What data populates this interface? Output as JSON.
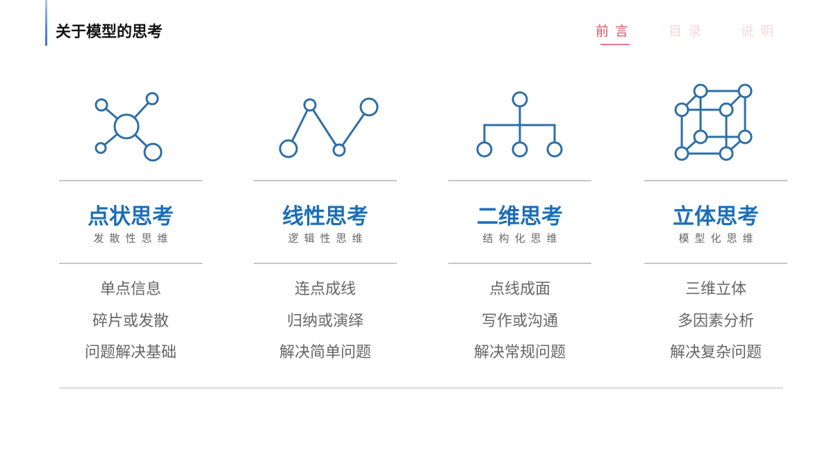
{
  "header": {
    "title": "关于模型的思考",
    "accent_color": "#2f6fe0"
  },
  "nav": {
    "items": [
      {
        "label": "前言",
        "state": "active"
      },
      {
        "label": "目录",
        "state": "inactive"
      },
      {
        "label": "说明",
        "state": "inactive"
      }
    ],
    "active_color": "#d9506a",
    "inactive_color": "#f6d7dc"
  },
  "columns": [
    {
      "icon": "point-network-icon",
      "title": "点状思考",
      "subtitle": "发散性思维",
      "lines": [
        "单点信息",
        "碎片或发散",
        "问题解决基础"
      ]
    },
    {
      "icon": "line-zigzag-icon",
      "title": "线性思考",
      "subtitle": "逻辑性思维",
      "lines": [
        "连点成线",
        "归纳或演绎",
        "解决简单问题"
      ]
    },
    {
      "icon": "tree-hierarchy-icon",
      "title": "二维思考",
      "subtitle": "结构化思维",
      "lines": [
        "点线成面",
        "写作或沟通",
        "解决常规问题"
      ]
    },
    {
      "icon": "cube-3d-icon",
      "title": "立体思考",
      "subtitle": "模型化思维",
      "lines": [
        "三维立体",
        "多因素分析",
        "解决复杂问题"
      ]
    }
  ],
  "colors": {
    "icon_stroke": "#2e6fa7",
    "title_blue": "#1a6fb8",
    "body_gray": "#666666",
    "divider": "#c6c6c6"
  }
}
